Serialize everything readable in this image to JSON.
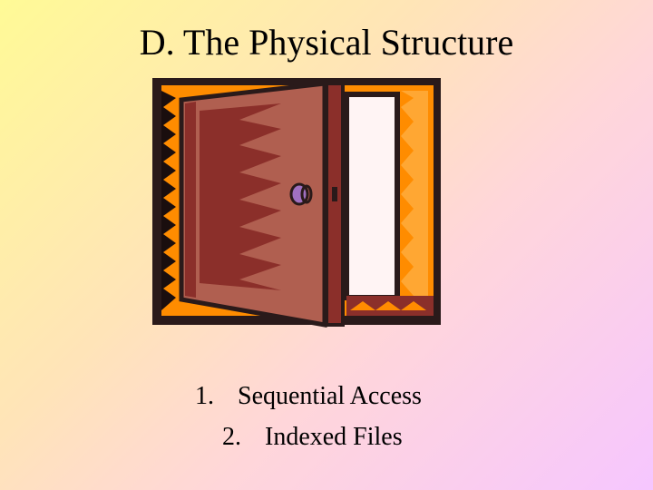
{
  "slide": {
    "title": "D. The Physical Structure",
    "image": {
      "icon": "open-door-clipart",
      "colors": {
        "frame": "#2a1a1a",
        "door": "#b05f50",
        "door_dark": "#8b2f2a",
        "opening": "#ff8c00",
        "doorway_light": "#fff4f4",
        "knob": "#a070c0"
      }
    },
    "items": [
      {
        "number": "1.",
        "text": "Sequential Access"
      },
      {
        "number": "2.",
        "text": "Indexed Files"
      }
    ],
    "background_colors": [
      "#fffa96",
      "#ffe4b8",
      "#f6c6ff"
    ]
  }
}
